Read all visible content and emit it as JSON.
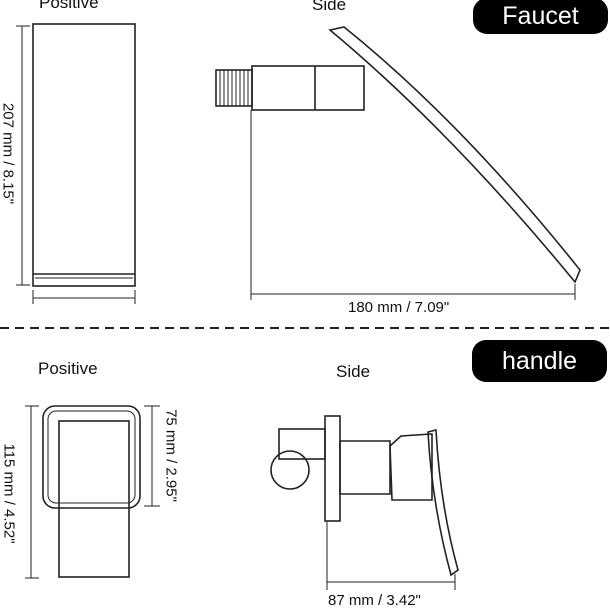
{
  "faucet": {
    "badge": "Faucet",
    "positive_label": "Positive",
    "side_label": "Side",
    "height_dim": "207 mm / 8.15\"",
    "length_dim": "180 mm / 7.09\""
  },
  "handle": {
    "badge": "handle",
    "positive_label": "Positive",
    "side_label": "Side",
    "height_dim": "115 mm / 4.52\"",
    "width_dim": "75 mm / 2.95\"",
    "depth_dim": "87 mm / 3.42\""
  },
  "colors": {
    "line": "#222222",
    "badge_bg": "#000000",
    "badge_text": "#ffffff"
  }
}
